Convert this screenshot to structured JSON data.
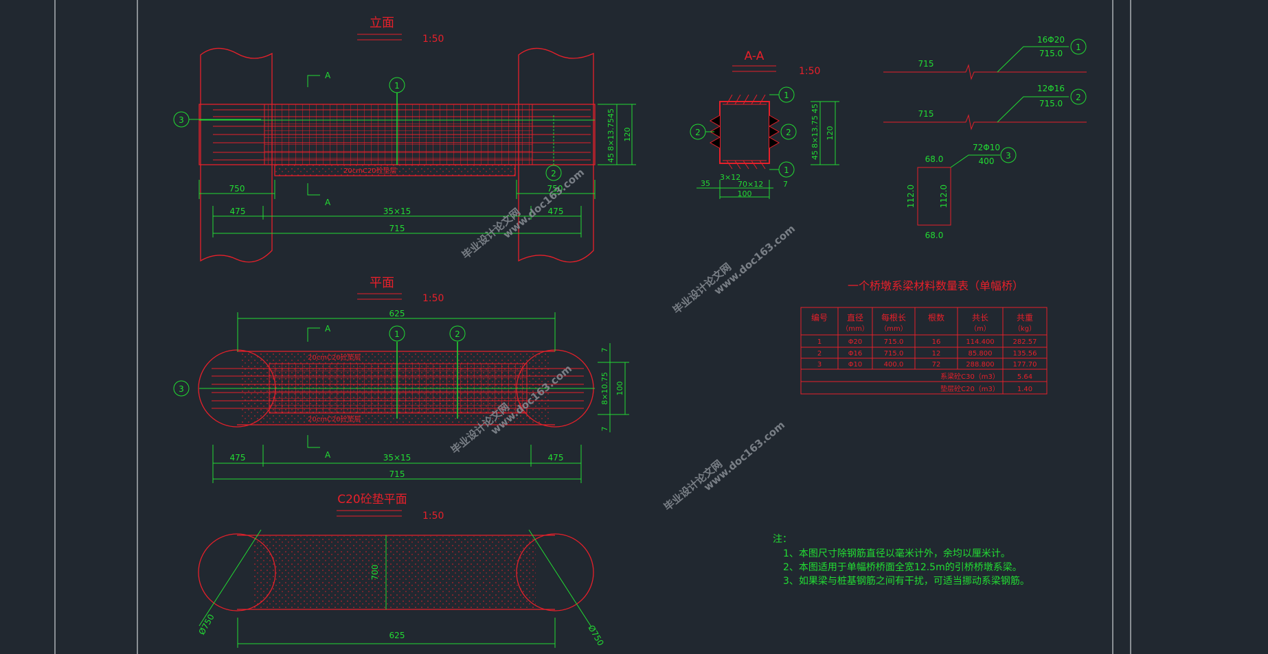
{
  "colors": {
    "background": "#212830",
    "red": "#e8202a",
    "green": "#22dd33",
    "frame": "#cfd4d8",
    "watermark": "#8a8f96"
  },
  "elevation": {
    "title": "立面",
    "scale": "1:50",
    "pad_label": "20cmC20砼垫层",
    "section_mark": "A",
    "dims": {
      "left_750": "750",
      "right_750": "750",
      "d475a": "475",
      "mid": "35×15",
      "d475b": "475",
      "total": "715",
      "v1": "45",
      "v2": "8×13.75",
      "v3": "45",
      "vtotal": "120"
    }
  },
  "plan": {
    "title": "平面",
    "scale": "1:50",
    "pad_top": "20cmC20砼垫层",
    "pad_bot": "20cmC20砼垫层",
    "section_mark": "A",
    "dims": {
      "top": "625",
      "d475a": "475",
      "mid": "35×15",
      "d475b": "475",
      "total": "715",
      "v7a": "7",
      "v2": "8×10.75",
      "v7b": "7",
      "vtotal": "100"
    }
  },
  "c20": {
    "title": "C20砼垫平面",
    "scale": "1:50",
    "dim_700": "700",
    "dim_625": "625",
    "dia_left": "Ø750",
    "dia_right": "Ø750"
  },
  "section": {
    "title": "A-A",
    "scale": "1:50",
    "dims": {
      "d35": "35",
      "d3x12": "3×12",
      "d70x12": "70×12",
      "d7": "7",
      "d100": "100",
      "v45": "45",
      "v13": "8×13.75",
      "v45b": "45",
      "v120": "120"
    }
  },
  "rebars": {
    "b1": {
      "length": "715",
      "spec": "16Φ20",
      "value": "715.0",
      "tag": "1"
    },
    "b2": {
      "length": "715",
      "spec": "12Φ16",
      "value": "715.0",
      "tag": "2"
    },
    "b3": {
      "spec": "72Φ10",
      "value": "400",
      "tag": "3",
      "top": "68.0",
      "bottom": "68.0",
      "left": "112.0",
      "right": "112.0"
    }
  },
  "table": {
    "title": "一个桥墩系梁材料数量表（单幅桥）",
    "headers": [
      [
        "编号",
        ""
      ],
      [
        "直径",
        "（mm）"
      ],
      [
        "每根长",
        "（mm）"
      ],
      [
        "根数",
        ""
      ],
      [
        "共长",
        "（m）"
      ],
      [
        "共重",
        "（kg）"
      ]
    ],
    "rows": [
      [
        "1",
        "Φ20",
        "715.0",
        "16",
        "114.400",
        "282.57"
      ],
      [
        "2",
        "Φ16",
        "715.0",
        "12",
        "85.800",
        "135.56"
      ],
      [
        "3",
        "Φ10",
        "400.0",
        "72",
        "288.800",
        "177.70"
      ]
    ],
    "summary": [
      {
        "label": "系梁砼C30（m3）",
        "value": "5.64"
      },
      {
        "label": "垫层砼C20（m3）",
        "value": "1.40"
      }
    ]
  },
  "notes": {
    "title": "注：",
    "items": [
      "1、本图尺寸除钢筋直径以毫米计外，余均以厘米计。",
      "2、本图适用于单幅桥桥面全宽12.5m的引桥桥墩系梁。",
      "3、如果梁与桩基钢筋之间有干扰，可适当挪动系梁钢筋。"
    ]
  },
  "callouts": {
    "c1": "1",
    "c2": "2",
    "c3": "3"
  },
  "watermarks": [
    "毕业设计论文网",
    "www.doc163.com"
  ]
}
